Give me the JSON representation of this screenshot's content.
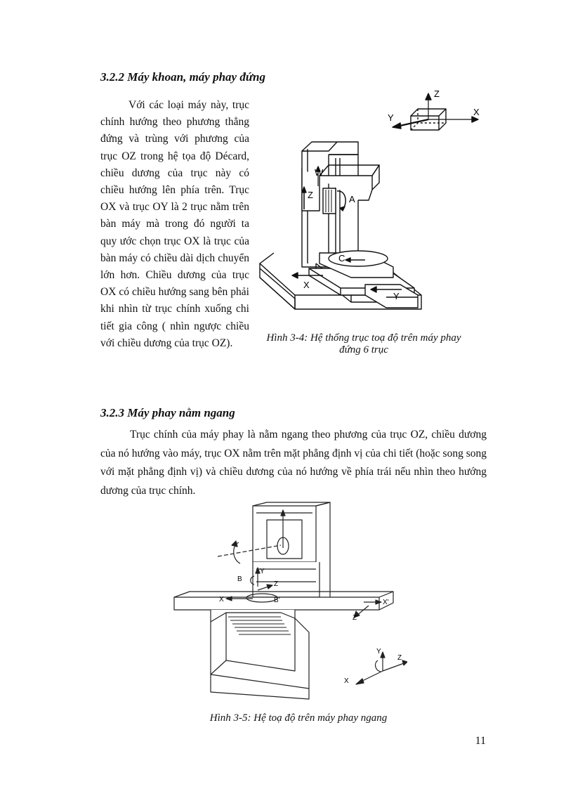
{
  "section_322": {
    "heading": "3.2.2 Máy khoan, máy phay đứng",
    "body": "Với các loại máy này, trục chính hướng theo phương thẳng đứng và trùng với phương của trục OZ trong hệ tọa độ Décard, chiều dương của trục này có chiều hướng lên phía trên. Trục OX và trục OY là 2 trục nằm trên bàn máy mà trong đó người ta quy ước chọn trục OX là trục của bàn máy có chiều dài dịch chuyển lớn hơn. Chiều dương của trục OX có chiều hướng sang bên phải khi nhìn từ trục chính xuống chi tiết gia công ( nhìn ngược chiều với chiều dương của trục OZ)."
  },
  "figure_34": {
    "caption": "Hình 3-4: Hệ thống trục toạ độ trên máy phay đứng 6 trục",
    "labels": {
      "axis_z": "Z",
      "axis_x": "X",
      "axis_y": "Y",
      "w": "W",
      "z": "Z",
      "a": "A",
      "c": "C",
      "x": "X",
      "y": "Y"
    }
  },
  "section_323": {
    "heading": "3.2.3 Máy phay nằm ngang",
    "body": "Trục chính của máy phay là nằm ngang theo phương của trục OZ, chiều dương của nó hướng vào máy, trục OX nằm trên mặt phẳng định vị của chi tiết (hoặc song song với mặt phẳng định vị) và chiều dương của nó hướng về phía trái nếu nhìn theo hướng dương của trục chính."
  },
  "figure_35": {
    "caption": "Hình 3-5: Hệ toạ độ trên máy phay ngang",
    "labels": {
      "b": "B",
      "y": "Y",
      "z": "Z",
      "x": "X",
      "b_prime": "B'",
      "x_prime": "X'",
      "z_prime": "Z'",
      "axis_y": "Y",
      "axis_z": "Z",
      "axis_x": "X"
    }
  },
  "page_number": "11"
}
